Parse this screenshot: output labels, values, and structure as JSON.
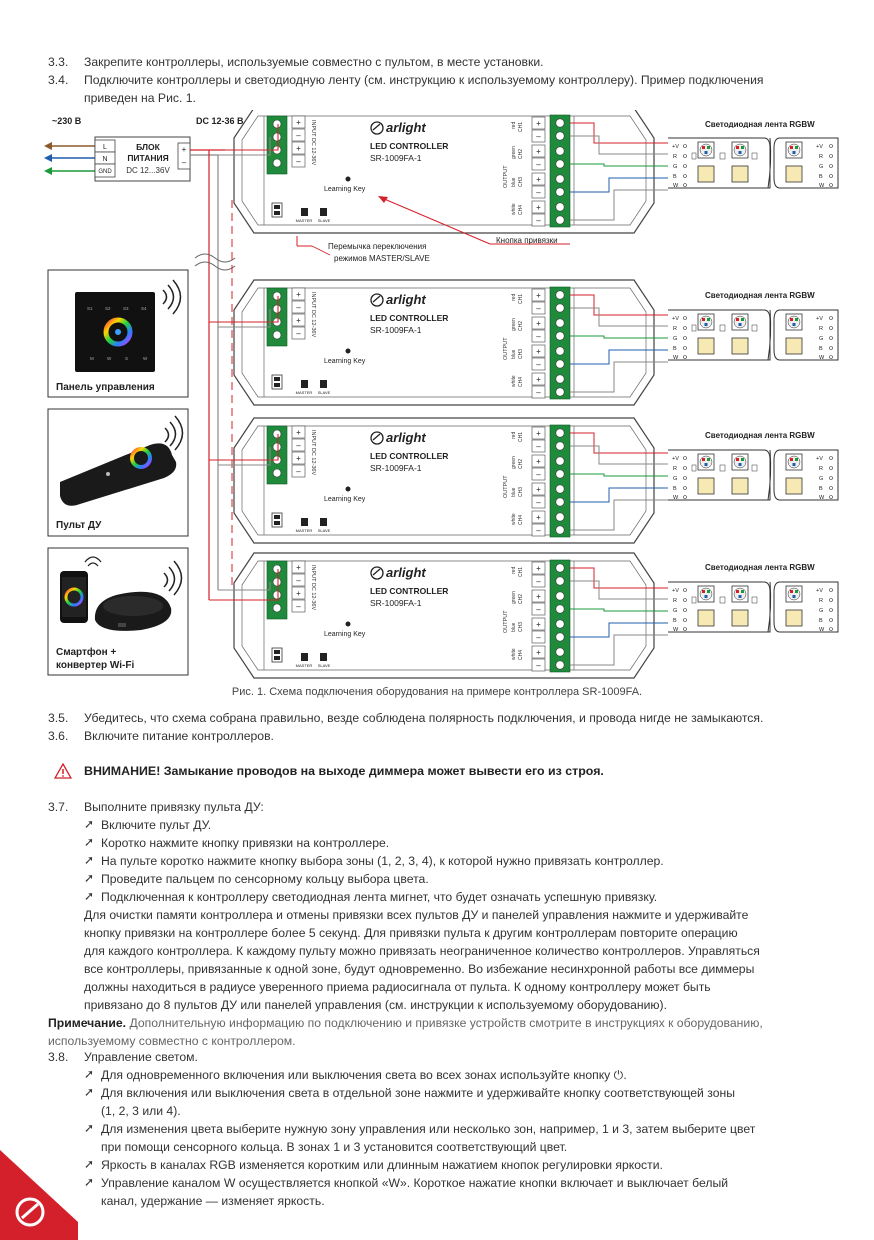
{
  "s33": {
    "num": "3.3.",
    "text": "Закрепите контроллеры, используемые совместно с пультом, в месте установки."
  },
  "s34": {
    "num": "3.4.",
    "text1": "Подключите контроллеры и светодиодную ленту (см. инструкцию к используемому контроллеру). Пример подключения",
    "text2": "приведен на Рис. 1."
  },
  "diagram": {
    "mains": "~230 В",
    "dc": "DC 12-36 В",
    "psu_title1": "БЛОК",
    "psu_title2": "ПИТАНИЯ",
    "psu_sub": "DC 12...36V",
    "psu_terms": [
      "L",
      "N",
      "GND"
    ],
    "brand": "arlight",
    "ctrl_title": "LED CONTROLLER",
    "ctrl_model": "SR-1009FA-1",
    "learning_key": "Learning Key",
    "input_label": "INPUT DC 12-36V",
    "output_label": "OUTPUT",
    "channels": [
      "red CH1",
      "green CH2",
      "blue CH3",
      "white CH4"
    ],
    "master": "MASTER",
    "slave": "SLAVE",
    "strip_title": "Светодиодная лента RGBW",
    "strip_pins": [
      "+V",
      "R",
      "G",
      "B",
      "W"
    ],
    "jumper_note1": "Перемычка переключения",
    "jumper_note2": "режимов MASTER/SLAVE",
    "button_note": "Кнопка привязки",
    "panel_label": "Панель управления",
    "remote_label": "Пульт ДУ",
    "phone_label1": "Смартфон +",
    "phone_label2": "конвертер Wi-Fi",
    "panel_keys": [
      "S1",
      "S2",
      "S3",
      "S4",
      "M",
      "W",
      "S",
      "W"
    ],
    "colors": {
      "red": "#d4202a",
      "blue": "#1f5fae",
      "green": "#1b9a3a",
      "gray": "#888888",
      "terminal": "#1f8a3c"
    }
  },
  "caption": "Рис. 1. Схема подключения оборудования на примере контроллера SR-1009FA.",
  "s35": {
    "num": "3.5.",
    "text": "Убедитесь, что схема собрана правильно, везде соблюдена полярность подключения, и провода нигде не замыкаются."
  },
  "s36": {
    "num": "3.6.",
    "text": "Включите питание контроллеров."
  },
  "warning": "ВНИМАНИЕ! Замыкание проводов на выходе диммера может вывести его из строя.",
  "s37": {
    "num": "3.7.",
    "title": "Выполните привязку пульта ДУ:",
    "bullets": [
      "Включите пульт ДУ.",
      "Коротко нажмите кнопку привязки на контроллере.",
      "На пульте коротко нажмите кнопку выбора зоны (1, 2, 3, 4), к которой нужно привязать контроллер.",
      "Проведите пальцем по сенсорному кольцу выбора цвета.",
      "Подключенная к контроллеру светодиодная лента мигнет, что будет означать успешную привязку."
    ],
    "para": [
      "Для очистки памяти контроллера и отмены привязки всех пультов ДУ и панелей управления нажмите и удерживайте",
      "кнопку привязки на контроллере более 5 секунд. Для привязки пульта к другим контроллерам повторите операцию",
      "для каждого контроллера. К каждому пульту можно привязать неограниченное количество контроллеров. Управляться",
      "все контроллеры, привязанные к одной зоне, будут одновременно. Во избежание несинхронной работы все диммеры",
      "должны находиться в радиусе уверенного приема радиосигнала от пульта. К одному контроллеру может быть",
      "привязано до 8 пультов ДУ или панелей управления (см. инструкции к используемому оборудованию)."
    ]
  },
  "note": {
    "label": "Примечание.",
    "text1": "Дополнительную информацию по подключению и привязке устройств смотрите в инструкциях к оборудованию,",
    "text2": "используемому совместно с контроллером."
  },
  "s38": {
    "num": "3.8.",
    "title": "Управление светом.",
    "b1": "Для одновременного включения или выключения света во всех зонах используйте кнопку",
    "b2a": "Для включения или выключения света в отдельной зоне нажмите и удерживайте кнопку соответствующей зоны",
    "b2b": "(1, 2, 3 или 4).",
    "b3a": "Для изменения цвета выберите нужную зону управления или несколько зон, например, 1 и 3, затем выберите цвет",
    "b3b": "при помощи сенсорного кольца. В зонах 1 и 3 установится соответствующий цвет.",
    "b4": "Яркость в каналах RGB изменяется коротким или длинным нажатием кнопок регулировки яркости.",
    "b5a": "Управление каналом W осуществляется кнопкой «W». Короткое нажатие кнопки включает и выключает белый",
    "b5b": "канал, удержание — изменяет яркость."
  }
}
